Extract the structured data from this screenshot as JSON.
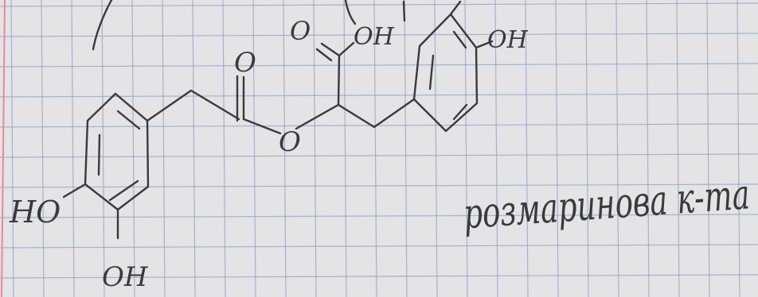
{
  "colors": {
    "paper": "#e4e3e5",
    "grid": "#8aa5c8",
    "margin_line": "#e88a9a",
    "ink": "#3a3a3c"
  },
  "labels": {
    "carbonyl_o_left": "O",
    "carbonyl_o_acid": "O",
    "acid_oh": "OH",
    "ester_o": "O",
    "right_ring_oh": "OH",
    "left_ring_ho": "HO",
    "left_ring_oh": "OH",
    "caption": "розмаринова к-та"
  }
}
